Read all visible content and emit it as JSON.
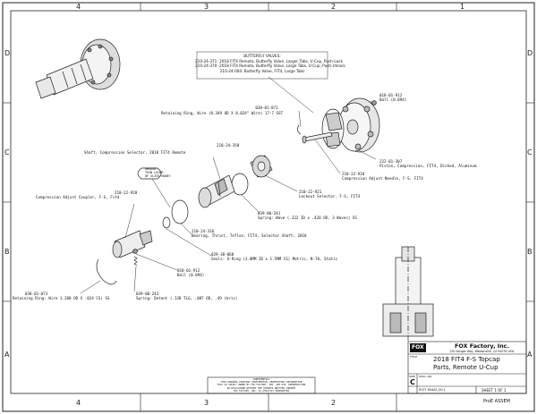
{
  "border": {
    "columns": [
      "4",
      "3",
      "2",
      "1"
    ],
    "rows": [
      "D",
      "C",
      "B",
      "A"
    ]
  },
  "butterfly": {
    "heading": "BUTTERFLY VALVES:",
    "lines": [
      "210-24-371: 2018 FIT4 Remote, Butterfly Valve, Larger Tabs, U-Cup, Push-Lock",
      "210-24-370: 2018 FIT4 Remote, Butterfly Valve, Large Tabs, U-Cup, Push-Unlock",
      "210-24-004: Butterfly Valve, FIT4, Large Tabs"
    ]
  },
  "parts": {
    "p038_01_071": {
      "number": "038-01-071",
      "desc": "Retaining Ring, Wire (0.349 OD X 0.024\" Wire) 17-7 SST"
    },
    "p210_24_350": {
      "number": "210-24-350",
      "desc": "Shaft, Compression Selector, 2018 FIT4 Remote"
    },
    "grease": {
      "lines": [
        "GREASE:",
        "THIN LAYER",
        "OF SLICK HONEY"
      ]
    },
    "p210_22_928": {
      "number": "210-22-928",
      "desc": "Compression Adjust Coupler, F-S, Fit4"
    },
    "p018_01_912_top": {
      "number": "018-01-912",
      "desc": "Ball (0.094)"
    },
    "p222_01_307": {
      "number": "222-01-307",
      "desc": "Piston, Compression, FIT4, Dished, Aluminum"
    },
    "p210_22_918": {
      "number": "210-22-918",
      "desc": "Compression Adjust Needle, F-S, FIT4"
    },
    "p210_22_921": {
      "number": "210-22-921",
      "desc": "Lockout Selector, F-S, FIT4"
    },
    "p039_00_241": {
      "number": "039-00-241",
      "desc": "Spring: Wave (.322 ID x .420 OD, 3 Waves) SS"
    },
    "p210_24_316": {
      "number": "210-24-316",
      "desc": "Bearing, Thrust, Teflon, FIT4, Selector Shaft, 2018"
    },
    "p029_38_068": {
      "number": "029-38-068",
      "desc": "Seals: O-Ring (3.8MM ID x 1.5MM CS) Metric, N-70, Static"
    },
    "p018_01_912_bot": {
      "number": "018-01-912",
      "desc": "Ball (0.094)"
    },
    "p038_01_073": {
      "number": "038-01-073",
      "desc": "Retaining Ring: Wire 1.280 OD X .024 CS) SS"
    },
    "p039_00_243": {
      "number": "039-00-243",
      "desc": "Spring: Detent (.138 TLG, .087 OD, .49 (bris)"
    }
  },
  "title_block": {
    "company": "FOX Factory, Inc.",
    "address_lines": [
      "130 Hangar Way, Watsonville, CA 95076 USA"
    ],
    "title_label": "TITLE",
    "title_lines": [
      "2018 FIT4 F-S Topcap",
      "Parts, Remote U-Cup"
    ],
    "size_label": "SIZE",
    "size": "C",
    "dwg_label": "DWG. NO.",
    "dwg_no": "PLOT 604A2_00.1",
    "sheet": "SHEET 1 OF 1",
    "footer": "ProE ASSEM",
    "confidential_lines": [
      "CONFIDENTIAL",
      "THIS DRAWING CONTAINS CONFIDENTIAL PROPRIETARY INFORMATION",
      "THAT IS SOLELY OWNED BY FOX FACTORY, INC. ANY USE, REPRODUCTION",
      "OR DISCLOSURE WITHOUT THE EXPRESS WRITTEN CONSENT",
      "FOX FACTORY, INC. IS STRICTLY PROHIBITED"
    ]
  },
  "logo_text": "FOX"
}
